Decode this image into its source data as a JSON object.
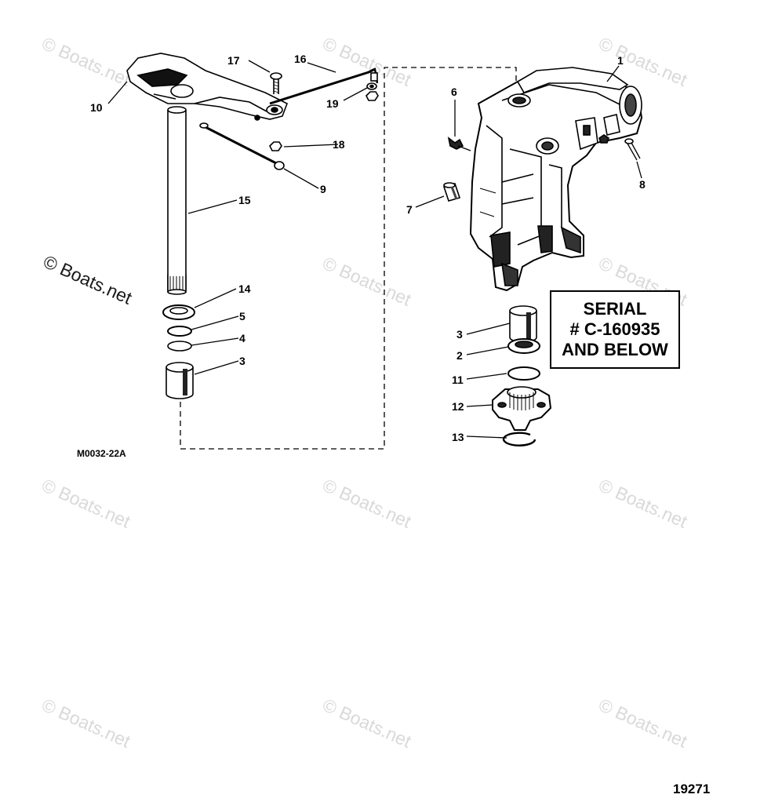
{
  "watermark": {
    "text": "© Boats.net",
    "text_dark": "© Boats.net"
  },
  "serial_box": {
    "line1": "SERIAL",
    "line2": "# C-160935",
    "line3": "AND BELOW"
  },
  "drawing_code": "M0032-22A",
  "figure_number": "19271",
  "callouts": [
    "17",
    "16",
    "10",
    "19",
    "18",
    "9",
    "15",
    "14",
    "5",
    "4",
    "3",
    "6",
    "1",
    "8",
    "7",
    "3",
    "2",
    "11",
    "12",
    "13"
  ]
}
